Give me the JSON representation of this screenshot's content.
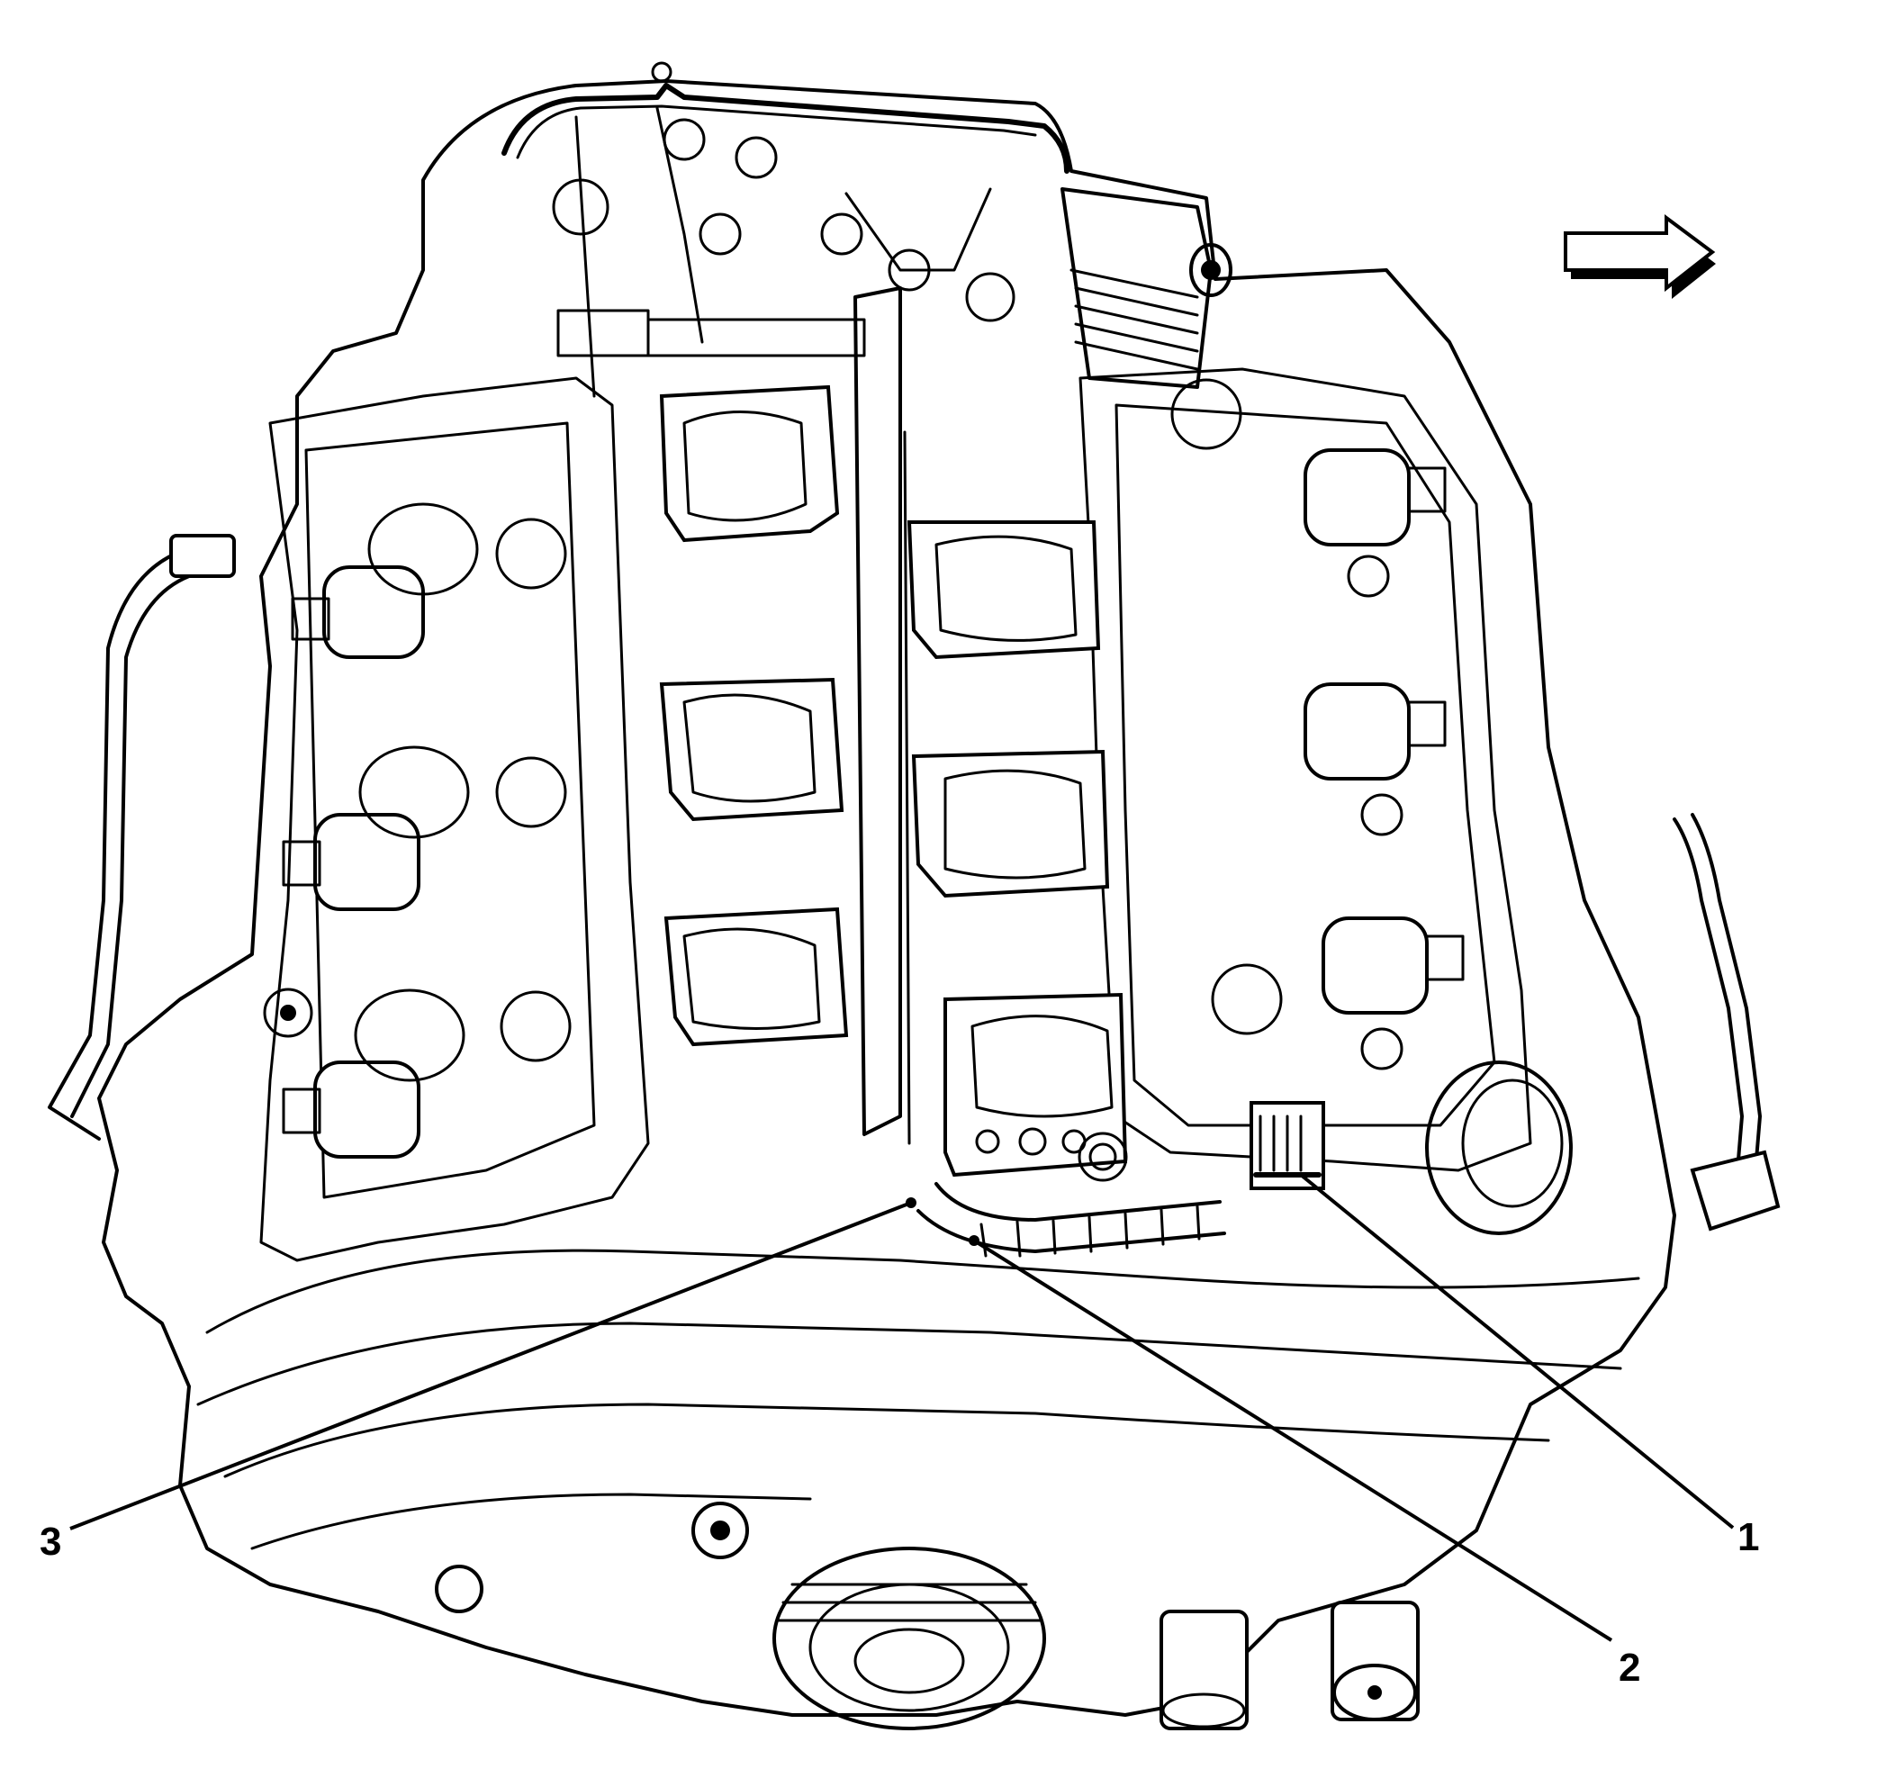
{
  "figure": {
    "type": "technical-line-illustration",
    "subject": "engine-top-view",
    "colors": {
      "line": "#000000",
      "background": "#ffffff"
    },
    "direction_arrow": {
      "icon": "right-arrow-icon",
      "direction": "right"
    },
    "callouts": [
      {
        "id": "callout-1",
        "label": "1",
        "target": "harness-connector"
      },
      {
        "id": "callout-2",
        "label": "2",
        "target": "wiring-harness"
      },
      {
        "id": "callout-3",
        "label": "3",
        "target": "harness-clip"
      }
    ]
  }
}
